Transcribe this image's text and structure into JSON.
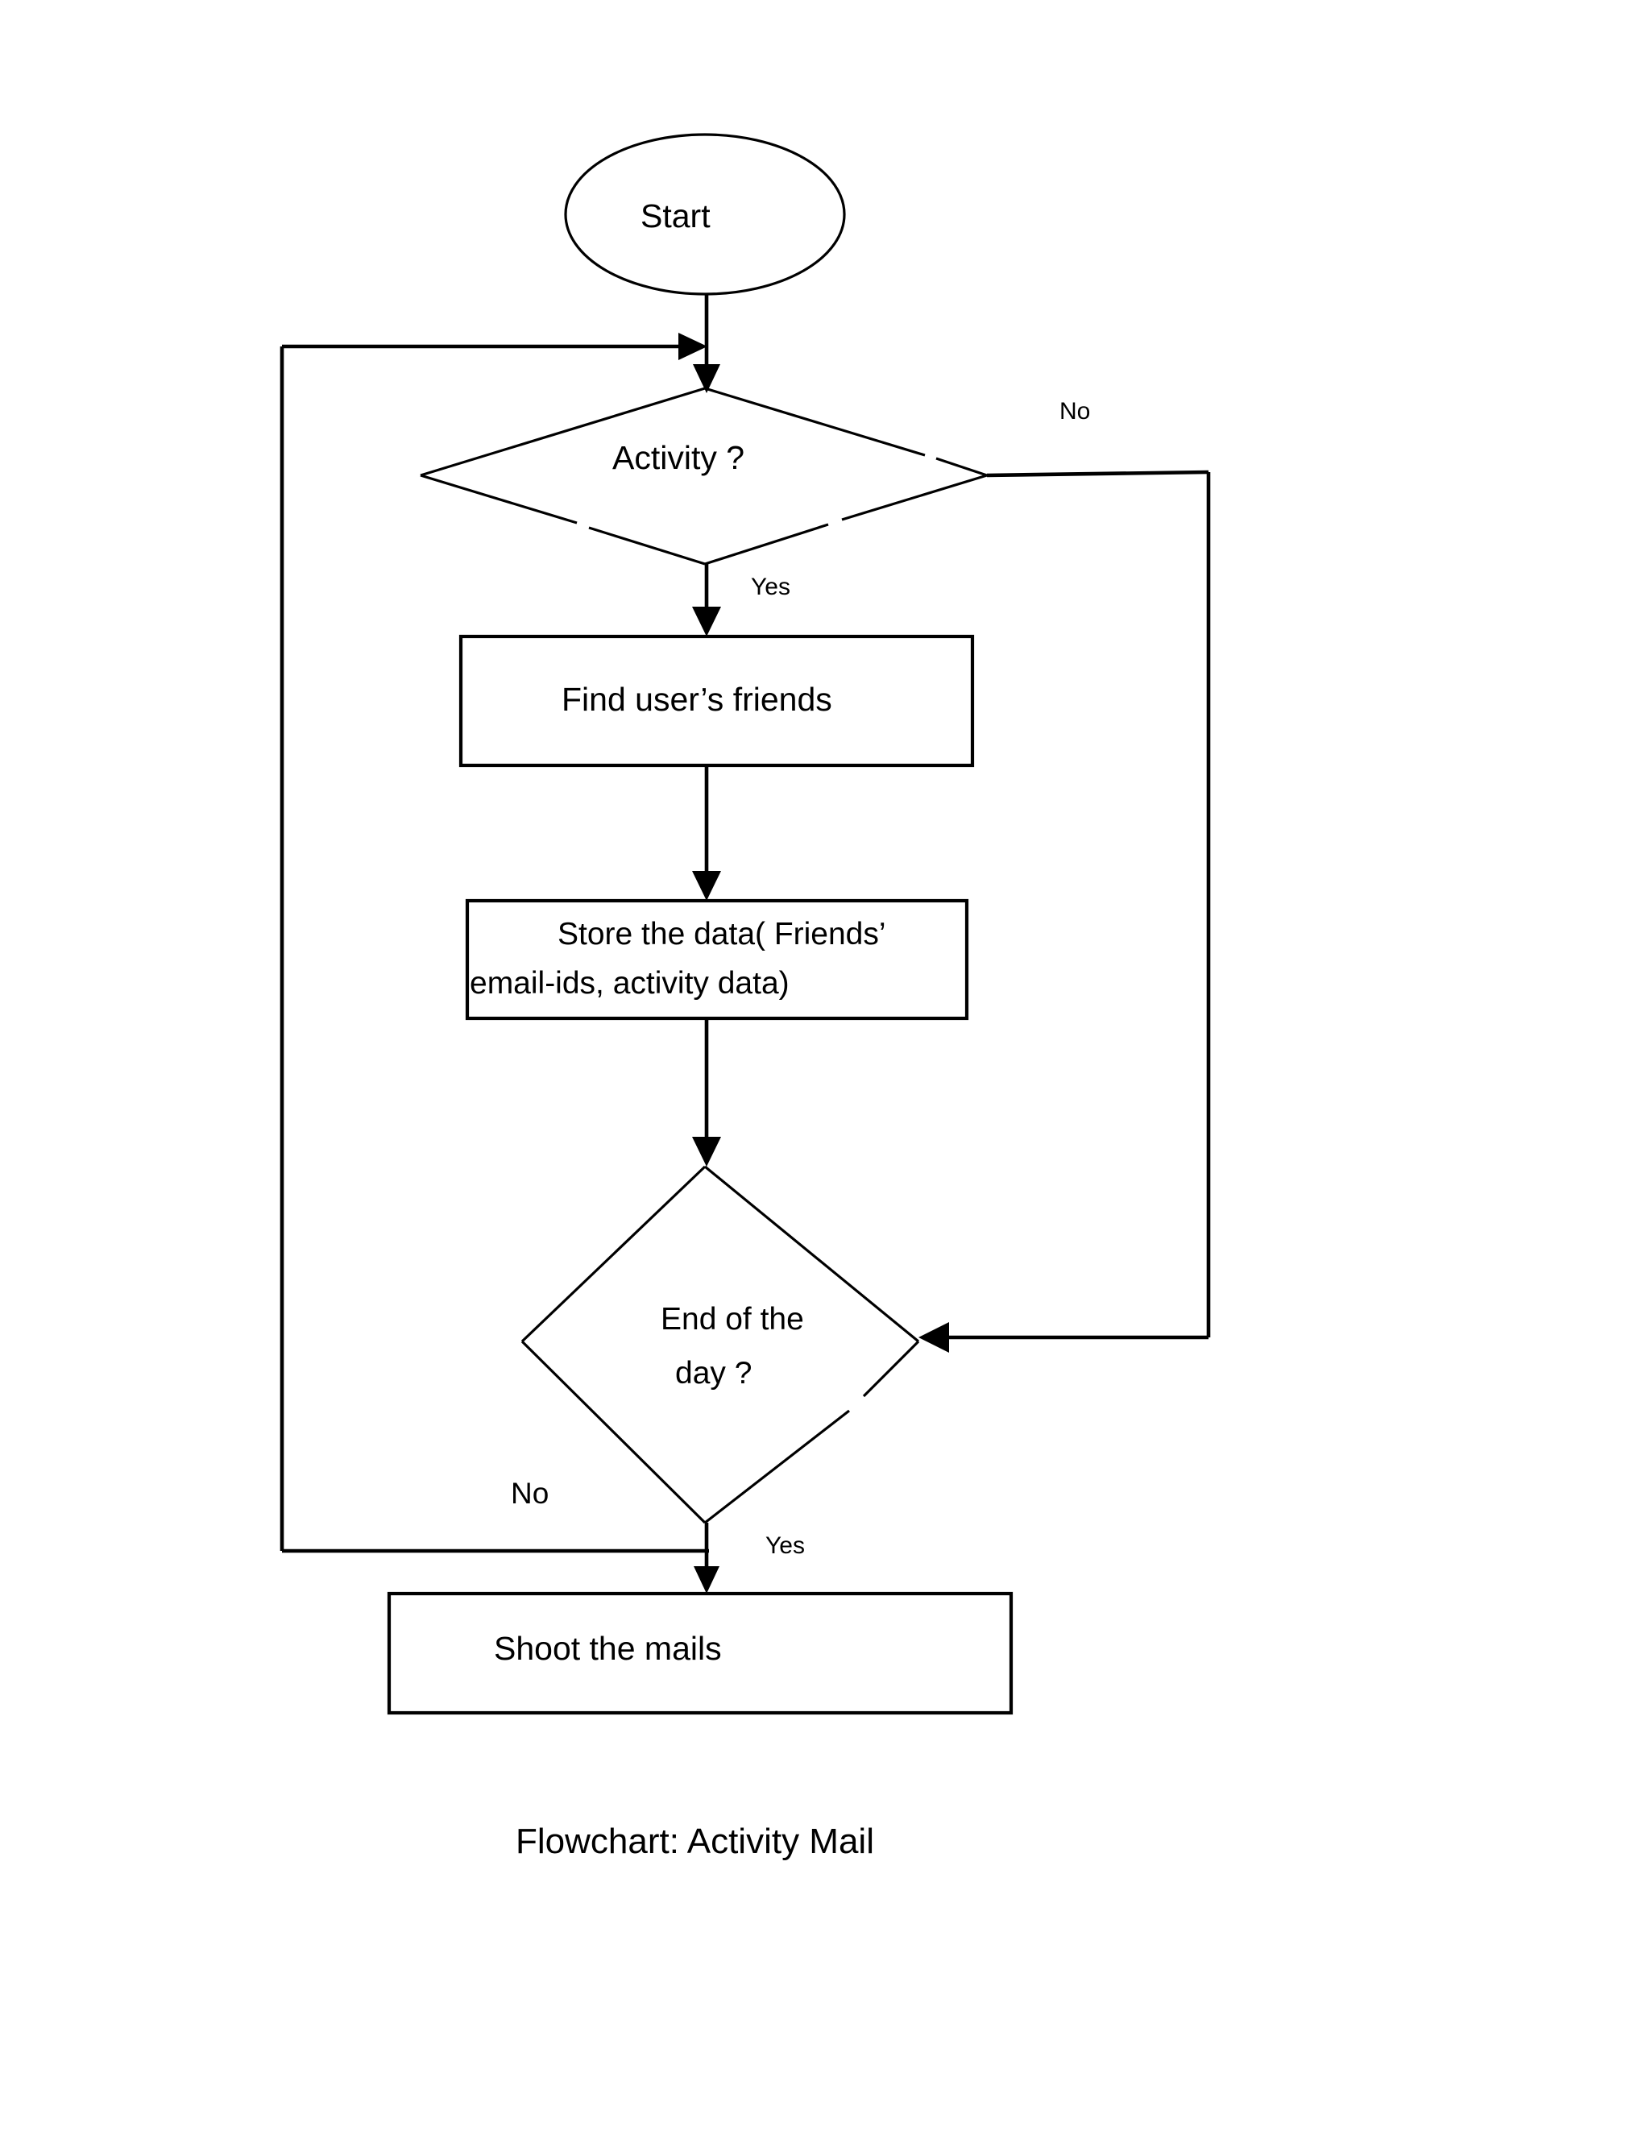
{
  "diagram": {
    "caption": "Flowchart: Activity Mail",
    "nodes": {
      "start": {
        "label": "Start",
        "shape": "ellipse"
      },
      "activity_decision": {
        "label": "Activity ?",
        "shape": "diamond"
      },
      "find_friends": {
        "label": "Find user’s friends",
        "shape": "rectangle"
      },
      "store_data_line1": {
        "label": "Store the data( Friends’",
        "shape": "rectangle"
      },
      "store_data_line2": {
        "label": "email-ids, activity data)",
        "shape": "rectangle"
      },
      "end_of_day_line1": {
        "label": "End of the",
        "shape": "diamond"
      },
      "end_of_day_line2": {
        "label": "day ?",
        "shape": "diamond"
      },
      "shoot_mails": {
        "label": "Shoot the mails",
        "shape": "rectangle"
      }
    },
    "edge_labels": {
      "activity_no": "No",
      "activity_yes": "Yes",
      "end_of_day_no": "No",
      "end_of_day_yes": "Yes"
    },
    "colors": {
      "stroke": "#000000",
      "fill": "#ffffff",
      "text": "#000000"
    }
  },
  "chart_data": {
    "type": "diagram",
    "title": "Flowchart: Activity Mail",
    "nodes": [
      {
        "id": "start",
        "type": "terminator",
        "text": "Start"
      },
      {
        "id": "activity",
        "type": "decision",
        "text": "Activity ?"
      },
      {
        "id": "find_friends",
        "type": "process",
        "text": "Find user’s friends"
      },
      {
        "id": "store_data",
        "type": "process",
        "text": "Store the data( Friends’ email-ids, activity data)"
      },
      {
        "id": "end_of_day",
        "type": "decision",
        "text": "End of the day ?"
      },
      {
        "id": "shoot_mails",
        "type": "process",
        "text": "Shoot the mails"
      }
    ],
    "edges": [
      {
        "from": "start",
        "to": "activity",
        "label": ""
      },
      {
        "from": "activity",
        "to": "find_friends",
        "label": "Yes"
      },
      {
        "from": "activity",
        "to": "end_of_day",
        "label": "No"
      },
      {
        "from": "find_friends",
        "to": "store_data",
        "label": ""
      },
      {
        "from": "store_data",
        "to": "end_of_day",
        "label": ""
      },
      {
        "from": "end_of_day",
        "to": "shoot_mails",
        "label": "Yes"
      },
      {
        "from": "end_of_day",
        "to": "activity",
        "label": "No"
      }
    ]
  }
}
